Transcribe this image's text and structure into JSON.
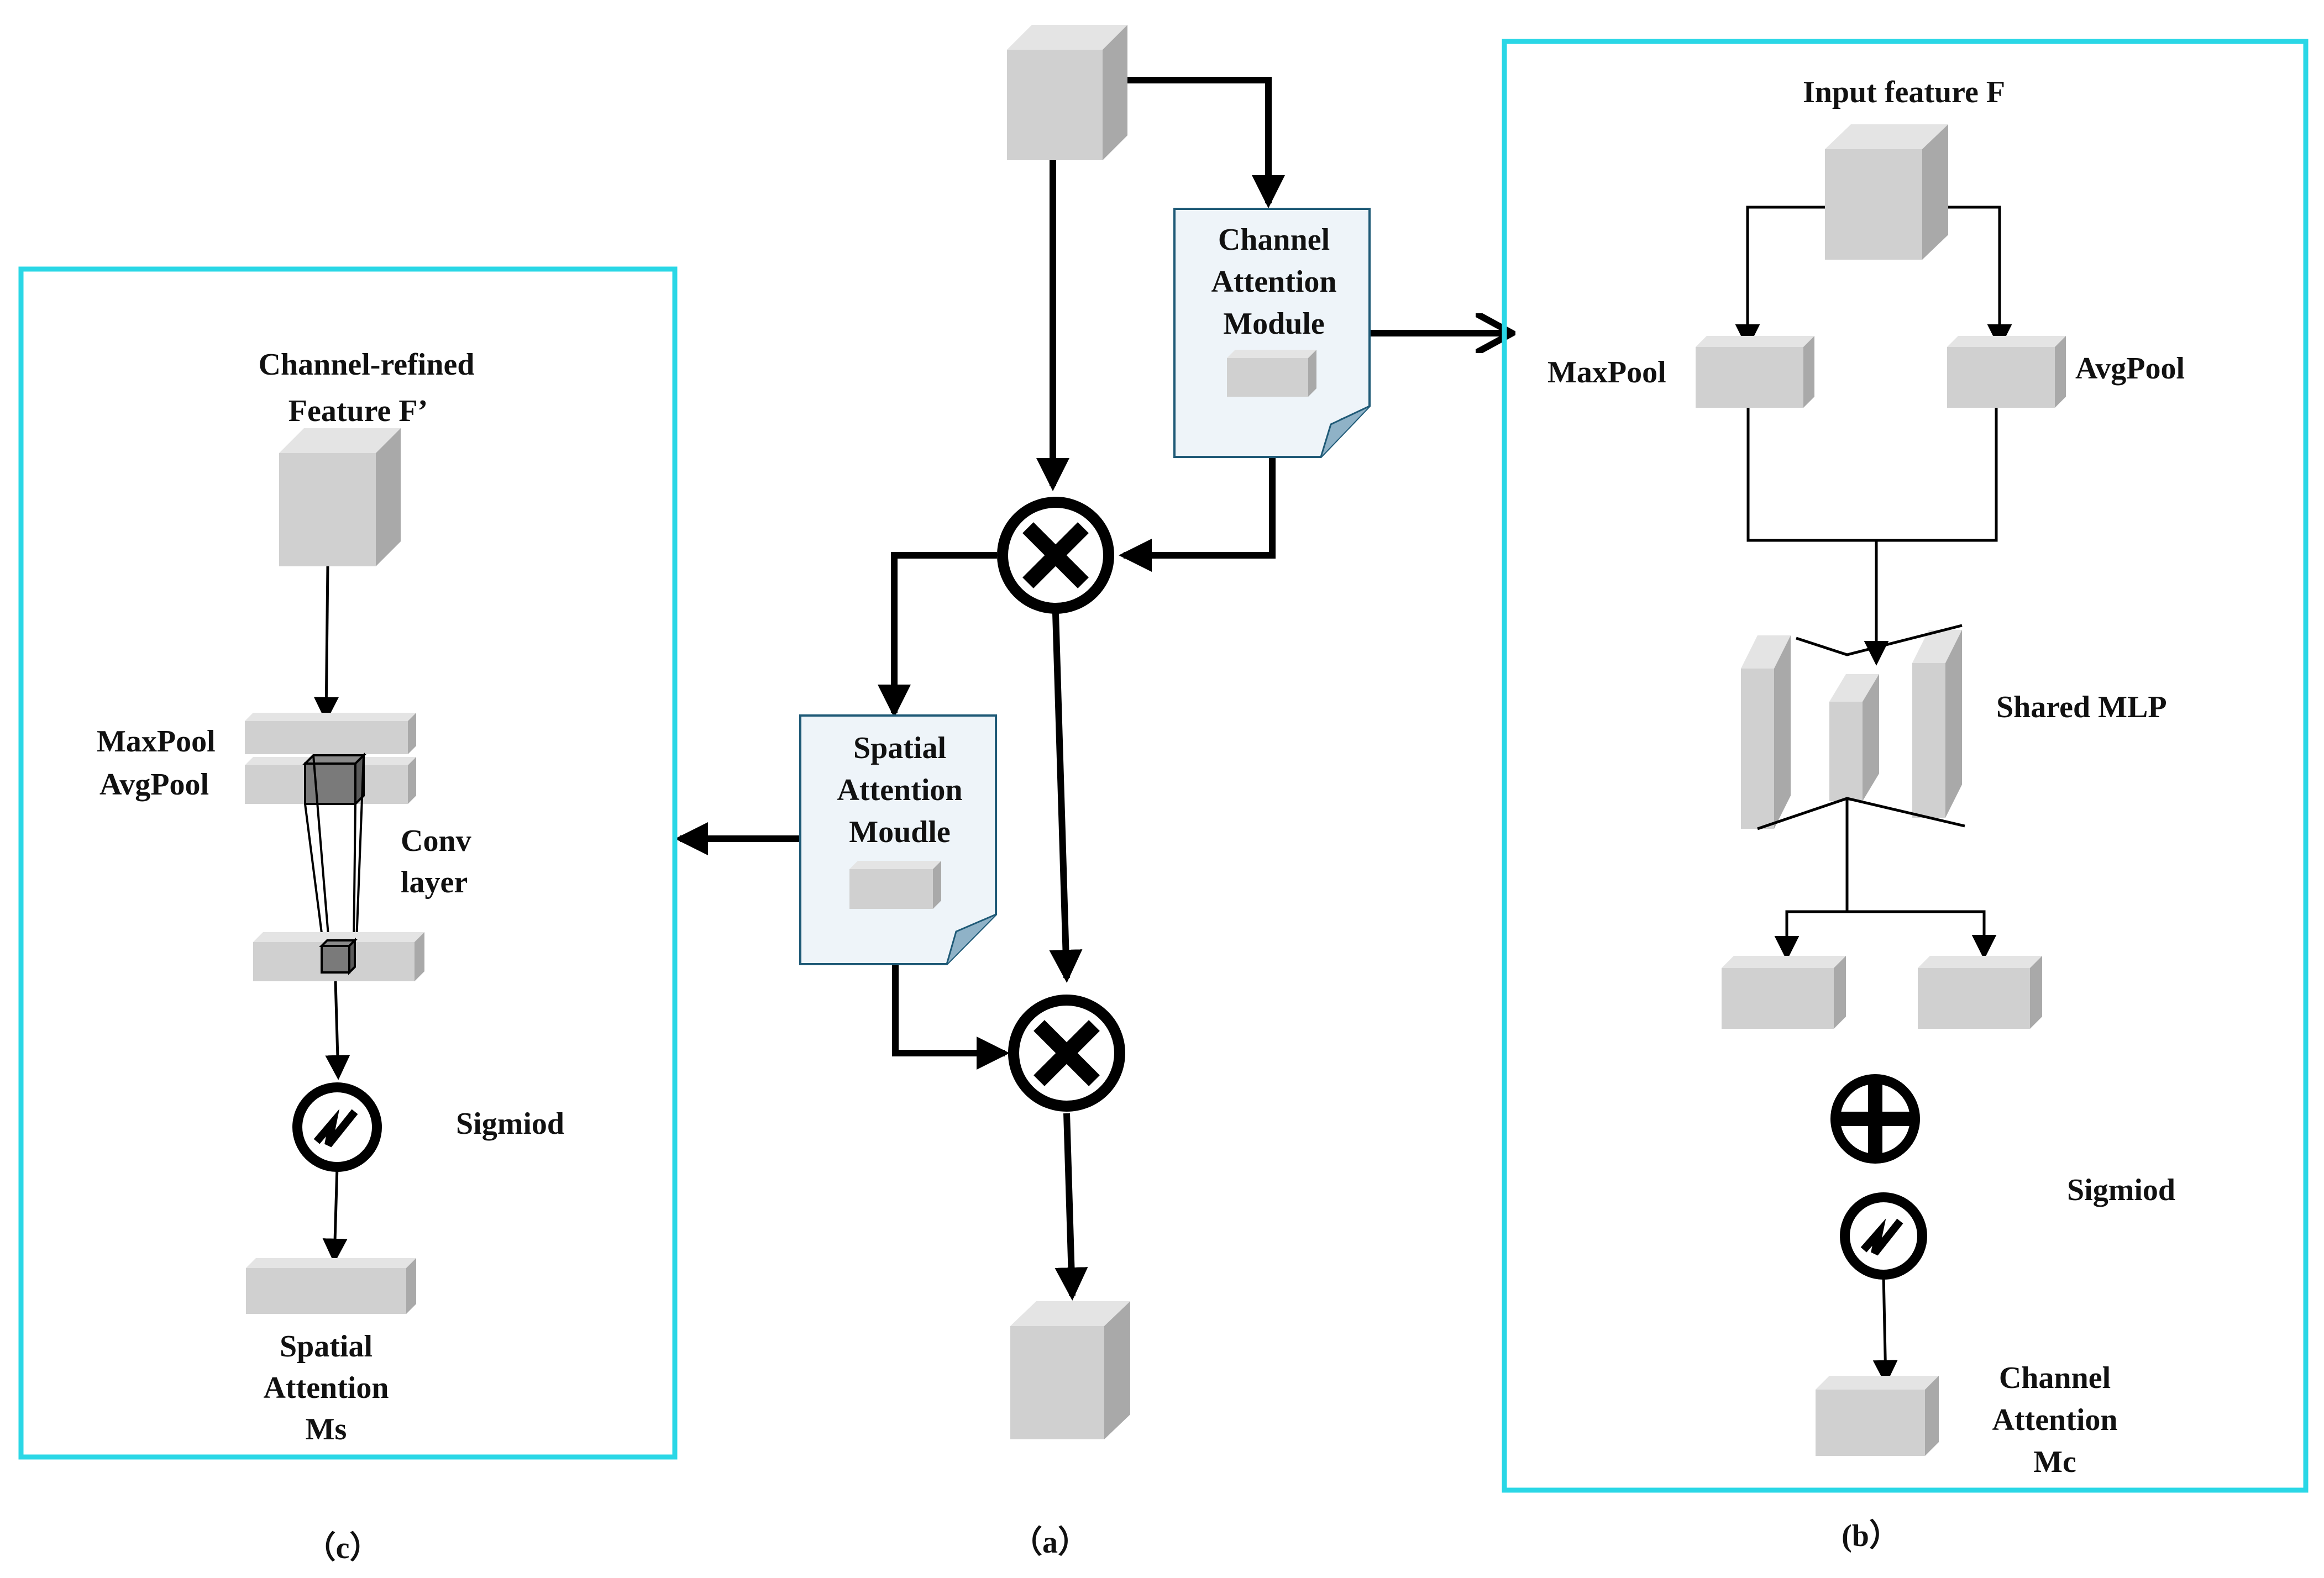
{
  "colors": {
    "frame": "#2ad7e6",
    "block_face": "#d0d0d0",
    "block_top": "#e4e4e4",
    "block_side": "#a9a9a9",
    "doc_fill": "#eef4f9",
    "doc_border": "#1f5a77",
    "arrow": "#000000"
  },
  "panel_a": {
    "channel_module": [
      "Channel",
      "Attention",
      "Module"
    ],
    "spatial_module": [
      "Spatial",
      "Attention",
      "Moudle"
    ],
    "caption": "（a）",
    "icons": [
      "multiply-circle-icon",
      "document-icon"
    ]
  },
  "panel_b": {
    "input_label": "Input feature F",
    "maxpool": "MaxPool",
    "avgpool": "AvgPool",
    "mlp": "Shared MLP",
    "sigmoid": "Sigmiod",
    "output": [
      "Channel",
      "Attention",
      "Mc"
    ],
    "caption": "(b）",
    "icons": [
      "plus-circle-icon",
      "sigmoid-icon"
    ]
  },
  "panel_c": {
    "input": [
      "Channel-refined",
      "Feature F’"
    ],
    "pools": [
      "MaxPool",
      "AvgPool"
    ],
    "conv": [
      "Conv",
      "layer"
    ],
    "sigmoid": "Sigmiod",
    "output": [
      "Spatial",
      "Attention",
      "Ms"
    ],
    "caption": "（c）",
    "icons": [
      "sigmoid-icon"
    ]
  }
}
